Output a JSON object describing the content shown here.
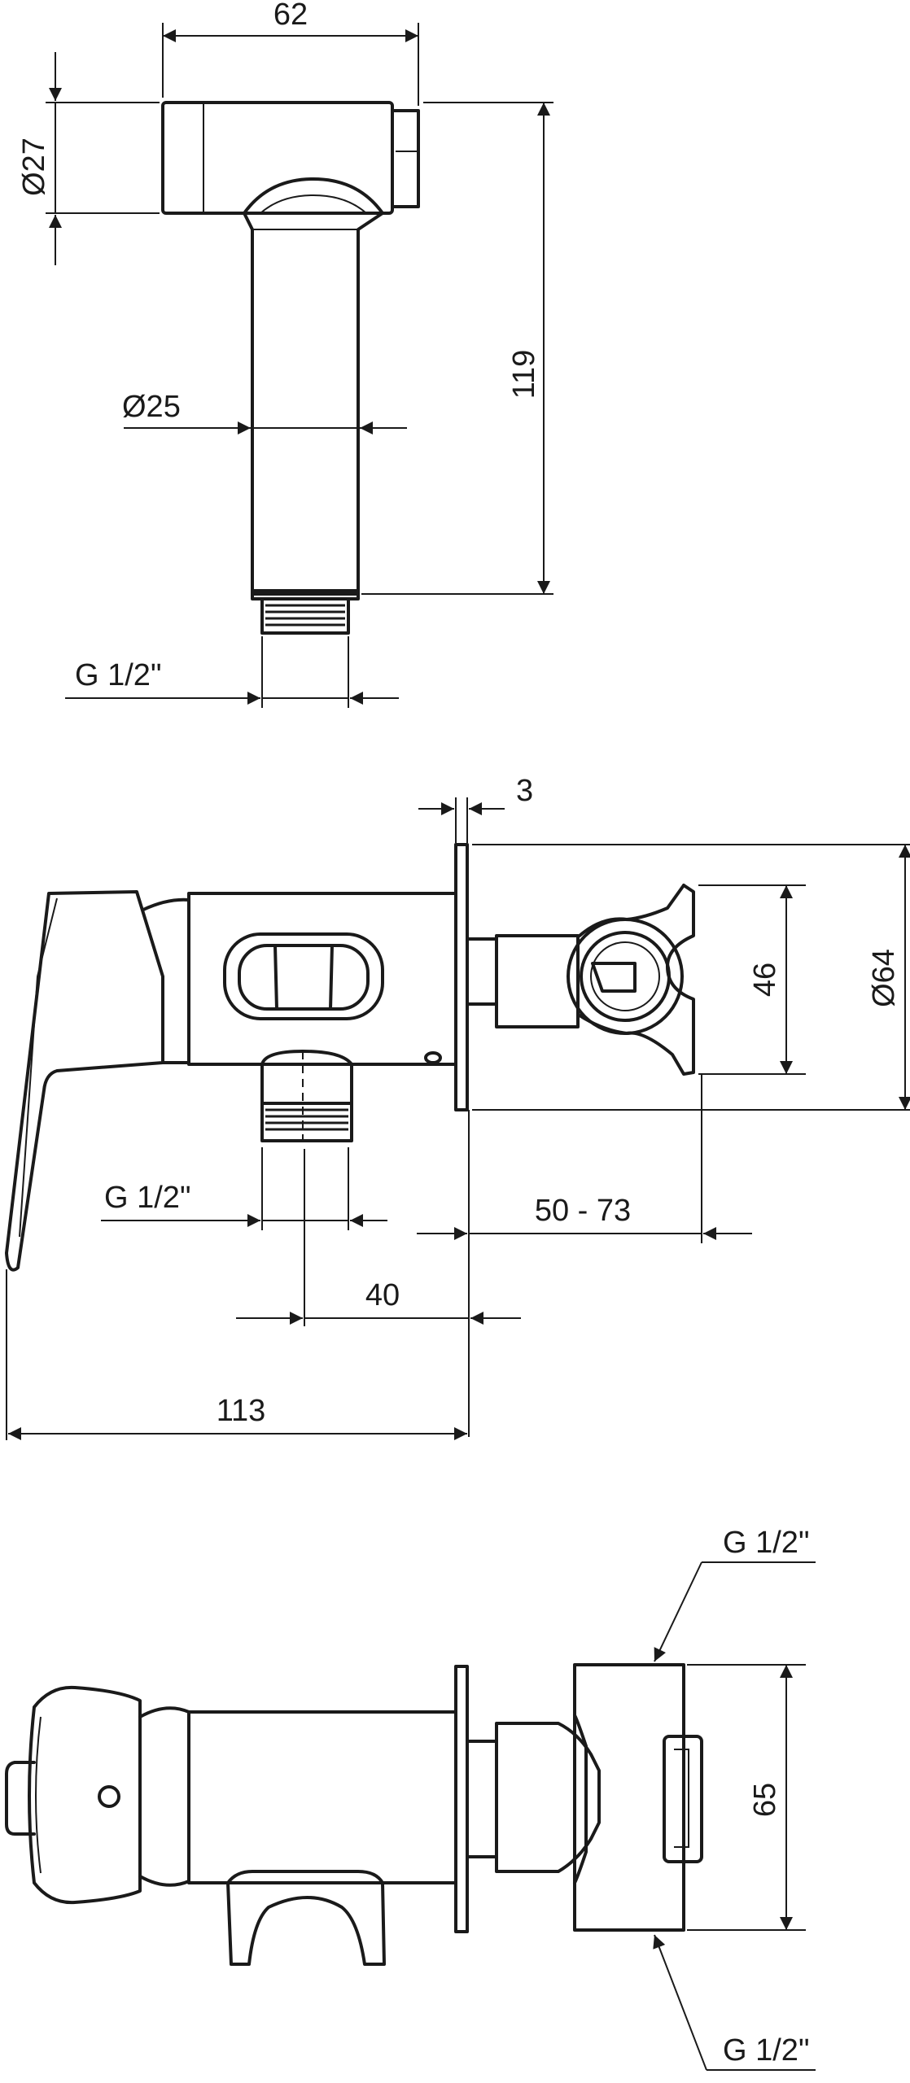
{
  "colors": {
    "line": "#1a1a1a",
    "background": "#ffffff"
  },
  "views": {
    "top": {
      "width_label": "62",
      "head_diameter_label": "Ø27",
      "height_label": "119",
      "body_diameter_label": "Ø25",
      "thread_label": "G 1/2\""
    },
    "side": {
      "plate_thickness_label": "3",
      "holder_height_label": "46",
      "plate_diameter_label": "Ø64",
      "thread_label": "G 1/2\"",
      "projection_label": "50 - 73",
      "outlet_offset_label": "40",
      "overall_length_label": "113"
    },
    "bottom": {
      "thread_top_label": "G 1/2\"",
      "body_height_label": "65",
      "thread_bottom_label": "G 1/2\""
    }
  }
}
